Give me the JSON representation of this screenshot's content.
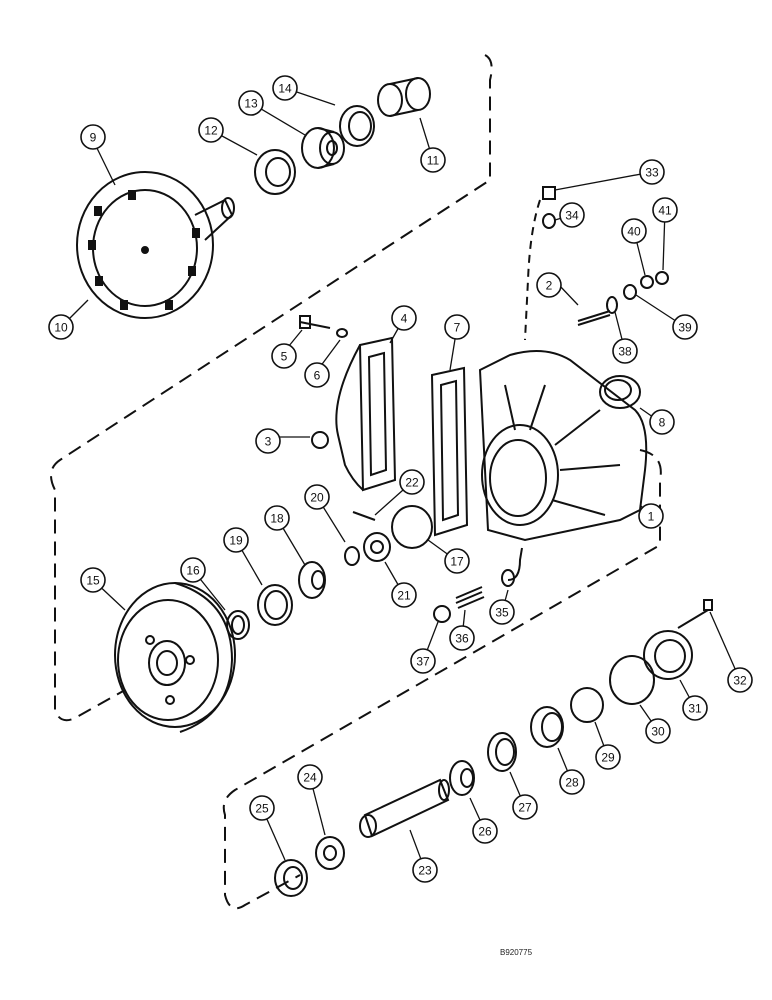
{
  "diagram": {
    "reference_code": "B920775",
    "callouts": [
      "1",
      "2",
      "3",
      "4",
      "5",
      "6",
      "7",
      "8",
      "9",
      "10",
      "11",
      "12",
      "13",
      "14",
      "15",
      "16",
      "17",
      "18",
      "19",
      "20",
      "21",
      "22",
      "23",
      "24",
      "25",
      "26",
      "27",
      "28",
      "29",
      "30",
      "31",
      "32",
      "33",
      "34",
      "35",
      "36",
      "37",
      "38",
      "39",
      "40",
      "41"
    ]
  }
}
